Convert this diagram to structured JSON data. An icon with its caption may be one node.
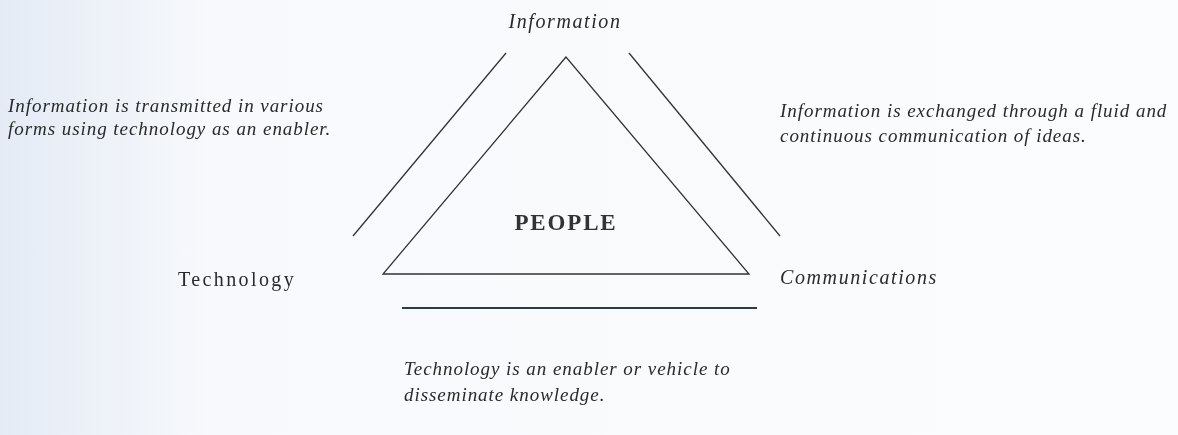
{
  "diagram": {
    "nodes": [
      {
        "text": [
          "PEOPLE"
        ]
      }
    ],
    "labels": [
      "Information",
      "Information is transmitted in various forms using technology as an enabler.",
      "Information is exchanged through a fluid and continuous communication of ideas.",
      "Technology",
      "Communications",
      "Technology is an enabler or vehicle to disseminate knowledge."
    ]
  }
}
